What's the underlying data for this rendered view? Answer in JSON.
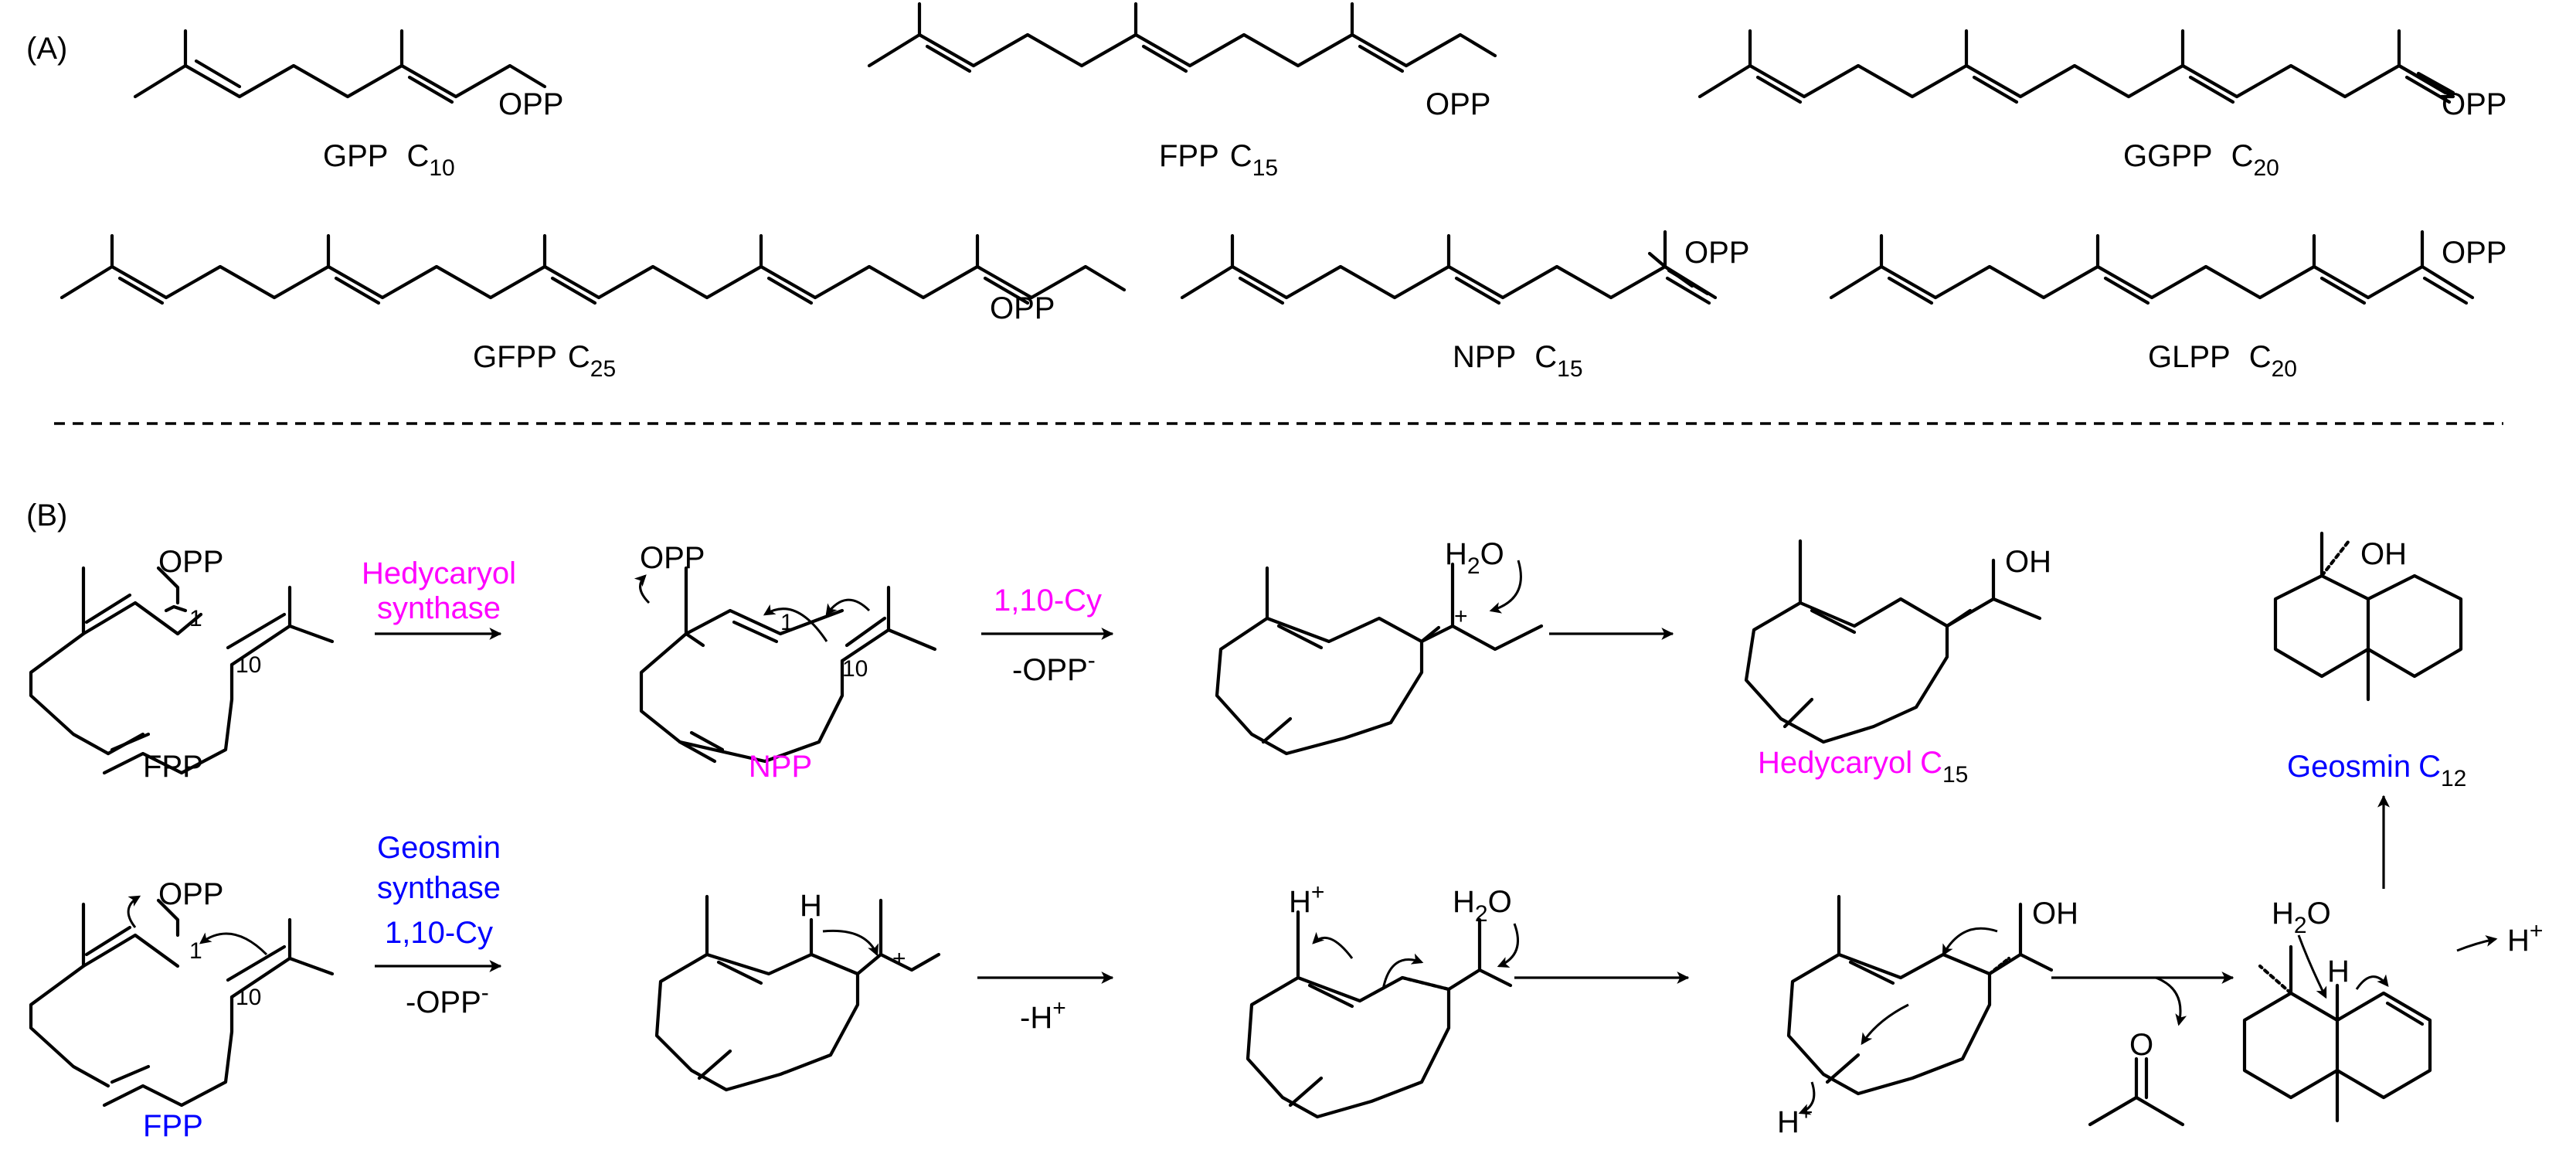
{
  "panels": {
    "a": "(A)",
    "b": "(B)"
  },
  "colors": {
    "pink": "#ff00ff",
    "blue": "#0000ff",
    "black": "#000000"
  },
  "precursors": [
    {
      "name": "GPP",
      "carbons": "10"
    },
    {
      "name": "FPP",
      "carbons": "15"
    },
    {
      "name": "GGPP",
      "carbons": "20"
    },
    {
      "name": "GFPP",
      "carbons": "25"
    },
    {
      "name": "NPP",
      "carbons": "15"
    },
    {
      "name": "GLPP",
      "carbons": "20"
    }
  ],
  "atoms": {
    "opp": "OPP",
    "oh": "OH",
    "h": "H",
    "water": "H2O",
    "c": "C"
  },
  "locants": {
    "c1": "1",
    "c10": "10"
  },
  "hedycaryol": {
    "start": "FPP",
    "enzyme_line1": "Hedycaryol",
    "enzyme_line2": "synthase",
    "intermediate": "NPP",
    "cyclization": "1,10-Cy",
    "leaving": "-OPP",
    "product": "Hedycaryol",
    "product_carbons": "15"
  },
  "geosmin": {
    "start": "FPP",
    "enzyme_line1": "Geosmin",
    "enzyme_line2": "synthase",
    "cyclization": "1,10-Cy",
    "leaving": "-OPP",
    "deprotonation": "-H",
    "product": "Geosmin",
    "product_carbons": "12"
  },
  "charges": {
    "plus": "+",
    "minus": "-"
  }
}
